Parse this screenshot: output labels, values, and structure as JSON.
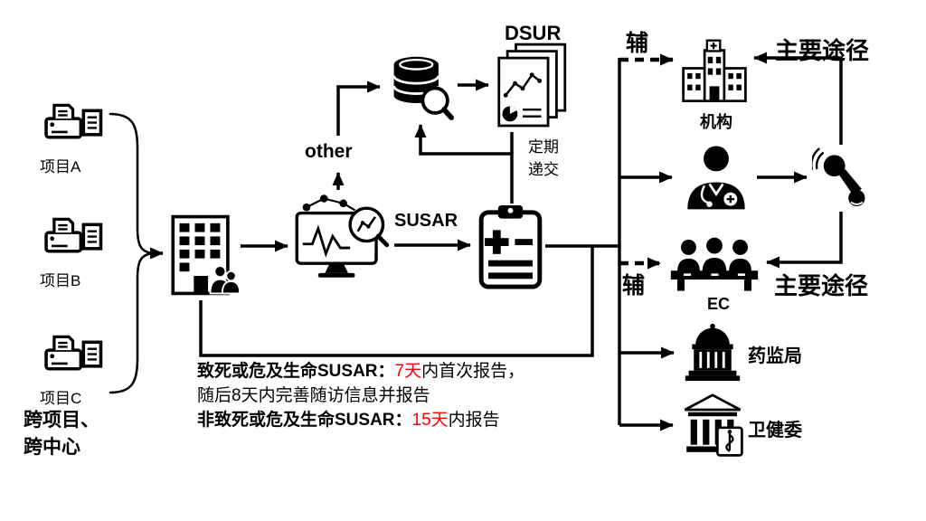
{
  "projects": [
    {
      "label": "项目A"
    },
    {
      "label": "项目B"
    },
    {
      "label": "项目C"
    }
  ],
  "left_footnote": {
    "line1": "跨项目、",
    "line2": "跨中心"
  },
  "flow_labels": {
    "other": "other",
    "susar": "SUSAR",
    "dsur": "DSUR",
    "periodic_submission_line1": "定期",
    "periodic_submission_line2": "递交",
    "auxiliary_top": "辅",
    "auxiliary_bottom": "辅",
    "main_route_top": "主要途径",
    "main_route_bottom": "主要途径"
  },
  "recipients": {
    "institution": "机构",
    "ethics_committee": "EC",
    "drug_administration": "药监局",
    "health_commission": "卫健委"
  },
  "timeline_note": {
    "line1_bold": "致死或危及生命SUSAR：",
    "line1_highlight": "7天",
    "line1_rest": "内首次报告，",
    "line2": "随后8天内完善随访信息并报告",
    "line3_bold": "非致死或危及生命SUSAR：",
    "line3_highlight": "15天",
    "line3_rest": "内报告"
  },
  "colors": {
    "highlight_red": "#FF0000",
    "ink": "#000000",
    "background": "#FFFFFF"
  },
  "icons": {
    "project": "fax-printer-icon",
    "sponsor": "office-building-people-icon",
    "monitoring": "data-monitoring-screen-icon",
    "database": "database-magnifier-icon",
    "dsur_report": "stacked-report-documents-icon",
    "susar_form": "medical-clipboard-icon",
    "institution": "hospital-building-icon",
    "investigator": "doctor-icon",
    "ethics_committee": "committee-panel-icon",
    "drug_administration": "dome-building-icon",
    "health_commission": "columned-building-icon",
    "reporting": "hand-microphone-icon"
  }
}
